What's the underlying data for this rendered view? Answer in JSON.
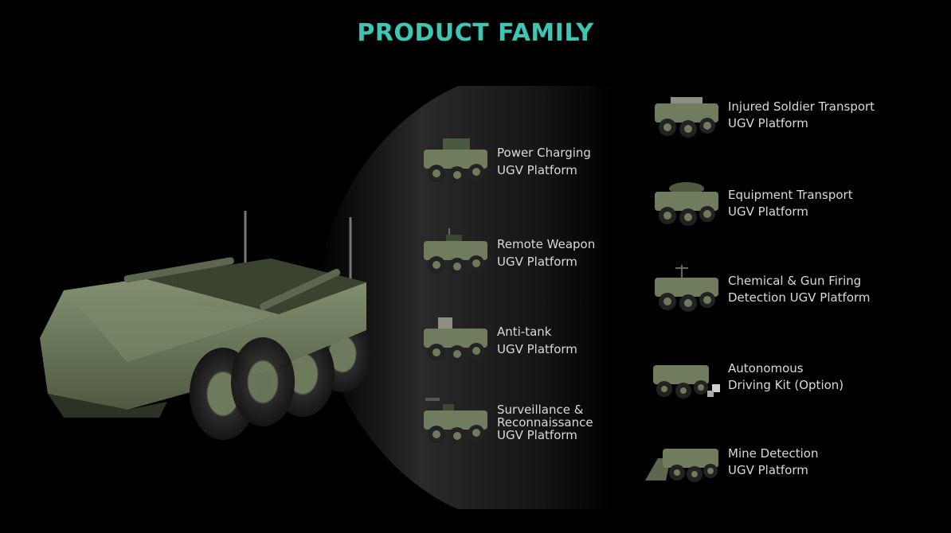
{
  "title": "PRODUCT FAMILY",
  "colors": {
    "title": "#3ec6b4",
    "background": "#000000",
    "label": "#d9d9d9",
    "vehicle_body": "#6b7a5a"
  },
  "left_column": [
    {
      "line1": "Power Charging",
      "line2": "UGV Platform"
    },
    {
      "line1": "Remote Weapon",
      "line2": "UGV Platform"
    },
    {
      "line1": "Anti-tank",
      "line2": "UGV Platform"
    },
    {
      "line1": "Surveillance &",
      "line2": "Reconnaissance",
      "line3": "UGV Platform"
    }
  ],
  "right_column": [
    {
      "line1": "Injured Soldier Transport",
      "line2": "UGV Platform"
    },
    {
      "line1": "Equipment Transport",
      "line2": "UGV Platform"
    },
    {
      "line1": "Chemical & Gun Firing",
      "line2": "Detection UGV Platform"
    },
    {
      "line1": "Autonomous",
      "line2": "Driving Kit (Option)"
    },
    {
      "line1": "Mine Detection",
      "line2": "UGV Platform"
    }
  ]
}
